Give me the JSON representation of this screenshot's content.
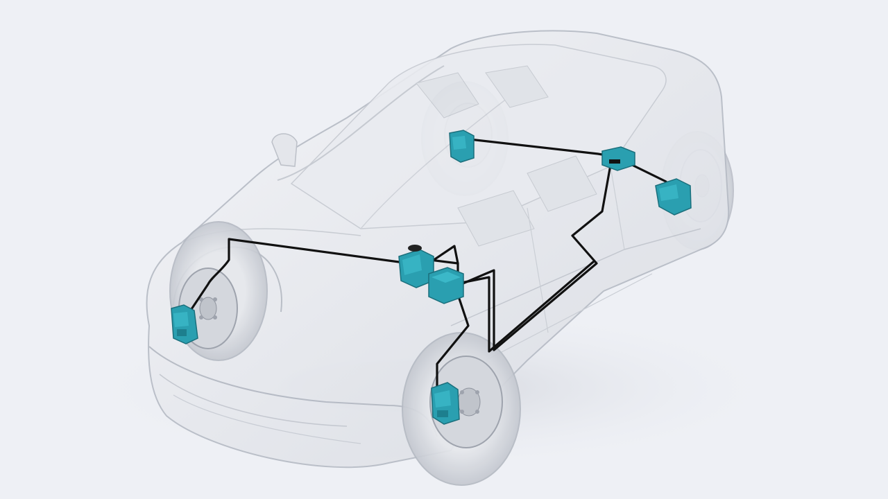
{
  "image": {
    "subject": "transparent-car-brake-system",
    "colors": {
      "background": "#eef0f5",
      "car_glass": "#dfe2e8",
      "car_outline": "#b9bec8",
      "brake_component": "#2a9fb0",
      "brake_component_dark": "#1d7f8e",
      "brake_line": "#111111",
      "rotor": "#cfd3d9"
    },
    "components": [
      {
        "name": "front-left-caliper"
      },
      {
        "name": "front-right-caliper"
      },
      {
        "name": "rear-left-caliper"
      },
      {
        "name": "rear-right-caliper"
      },
      {
        "name": "brake-booster-unit"
      },
      {
        "name": "brake-control-module"
      },
      {
        "name": "rear-junction-module"
      }
    ]
  }
}
